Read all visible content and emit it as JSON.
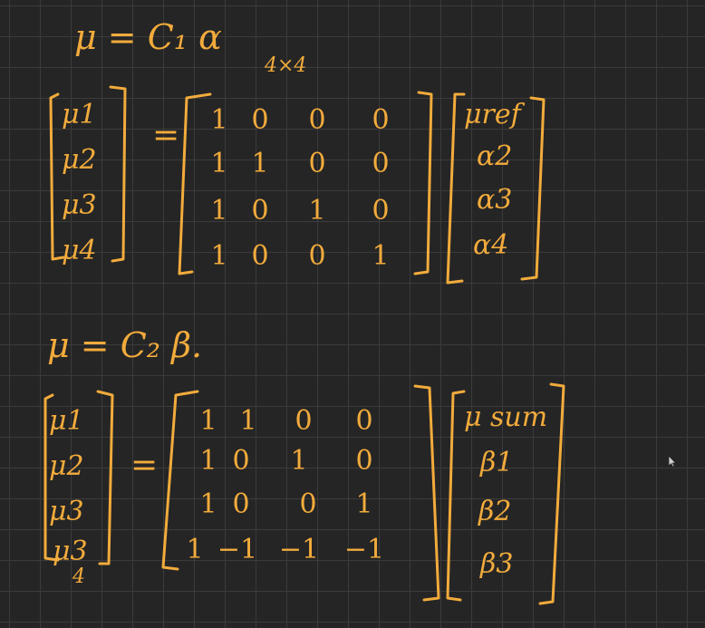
{
  "equation_1": {
    "text": "μ = C₁ α"
  },
  "matrix_size_label": "4×4",
  "block_1": {
    "lhs": [
      "μ1",
      "μ2",
      "μ3",
      "μ4"
    ],
    "equals": "=",
    "matrix": [
      [
        "1",
        "0",
        "0",
        "0"
      ],
      [
        "1",
        "1",
        "0",
        "0"
      ],
      [
        "1",
        "0",
        "1",
        "0"
      ],
      [
        "1",
        "0",
        "0",
        "1"
      ]
    ],
    "rhs": [
      "μref",
      "α2",
      "α3",
      "α4"
    ]
  },
  "equation_2": {
    "text": "μ = C₂ β."
  },
  "block_2": {
    "lhs": [
      "μ1",
      "μ2",
      "μ3",
      "μ3"
    ],
    "lhs_correction": "4",
    "equals": "=",
    "matrix": [
      [
        "1",
        "1",
        "0",
        "0"
      ],
      [
        "1",
        "0",
        "1",
        "0"
      ],
      [
        "1",
        "0",
        "0",
        "1"
      ],
      [
        "1",
        "−1",
        "−1",
        "−1"
      ]
    ],
    "rhs": [
      "μ sum",
      "β1",
      "β2",
      "β3"
    ]
  },
  "colors": {
    "ink": "#f2ab3c",
    "background": "#252525",
    "grid": "#3b3b3b"
  },
  "icons": {
    "cursor": "mouse-pointer-icon"
  }
}
